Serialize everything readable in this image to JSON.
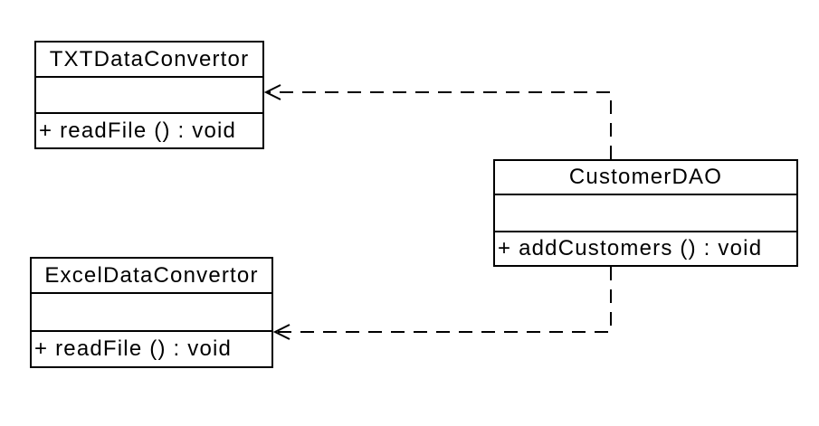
{
  "diagram": {
    "kind": "uml-class-diagram",
    "colors": {
      "background": "#ffffff",
      "line": "#000000",
      "text": "#000000"
    },
    "classes": [
      {
        "name": "TXTDataConvertor",
        "attributes": [],
        "methods": [
          "+ readFile () : void"
        ]
      },
      {
        "name": "CustomerDAO",
        "attributes": [],
        "methods": [
          "+ addCustomers () : void"
        ]
      },
      {
        "name": "ExcelDataConvertor",
        "attributes": [],
        "methods": [
          "+ readFile () : void"
        ]
      }
    ],
    "relations": [
      {
        "from": "CustomerDAO",
        "to": "TXTDataConvertor",
        "type": "dependency",
        "line_style": "dashed",
        "arrowhead": "open"
      },
      {
        "from": "CustomerDAO",
        "to": "ExcelDataConvertor",
        "type": "dependency",
        "line_style": "dashed",
        "arrowhead": "open"
      }
    ]
  }
}
